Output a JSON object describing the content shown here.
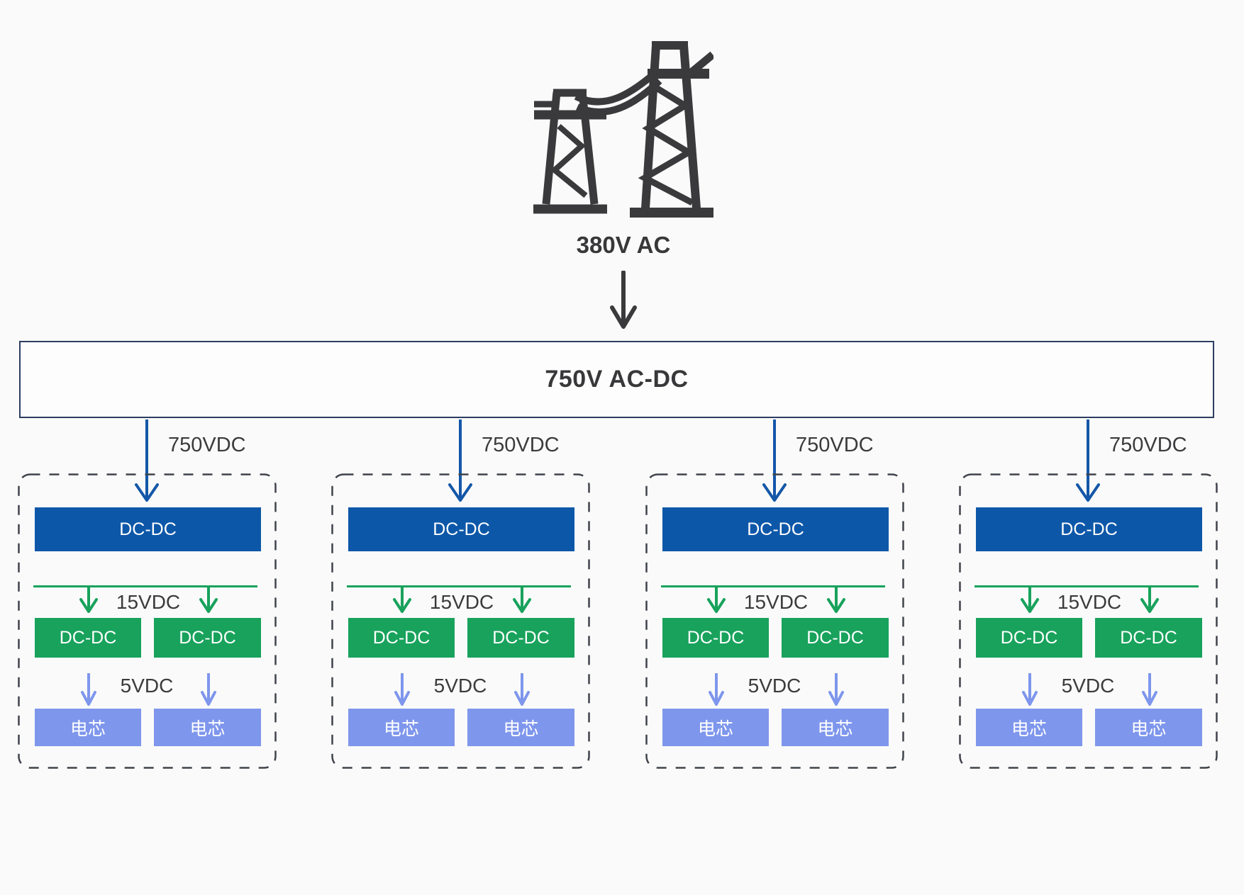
{
  "colors": {
    "background": "#fafafa",
    "primary_blue_box": "#0d57a8",
    "green_box": "#18a25c",
    "cell_box_blue": "#7e96ec",
    "arrow_blue": "#1457a8",
    "arrow_green": "#18a25c",
    "arrow_light_blue": "#7e96ec",
    "dark_text": "#3b3b3d",
    "converter_border_navy": "#2c3d60",
    "dashed_border": "#3f434b"
  },
  "icons": {
    "source": "transmission-towers-icon",
    "flow": "down-arrow-icon"
  },
  "source": {
    "label": "380V AC"
  },
  "converter": {
    "label": "750V AC-DC"
  },
  "groups": [
    {
      "input_label": "750VDC",
      "primary_dcdc_label": "DC-DC",
      "bus_label": "15VDC",
      "dcdc_left_label": "DC-DC",
      "dcdc_right_label": "DC-DC",
      "output_label": "5VDC",
      "cell_left_label": "电芯",
      "cell_right_label": "电芯"
    },
    {
      "input_label": "750VDC",
      "primary_dcdc_label": "DC-DC",
      "bus_label": "15VDC",
      "dcdc_left_label": "DC-DC",
      "dcdc_right_label": "DC-DC",
      "output_label": "5VDC",
      "cell_left_label": "电芯",
      "cell_right_label": "电芯"
    },
    {
      "input_label": "750VDC",
      "primary_dcdc_label": "DC-DC",
      "bus_label": "15VDC",
      "dcdc_left_label": "DC-DC",
      "dcdc_right_label": "DC-DC",
      "output_label": "5VDC",
      "cell_left_label": "电芯",
      "cell_right_label": "电芯"
    },
    {
      "input_label": "750VDC",
      "primary_dcdc_label": "DC-DC",
      "bus_label": "15VDC",
      "dcdc_left_label": "DC-DC",
      "dcdc_right_label": "DC-DC",
      "output_label": "5VDC",
      "cell_left_label": "电芯",
      "cell_right_label": "电芯"
    }
  ]
}
